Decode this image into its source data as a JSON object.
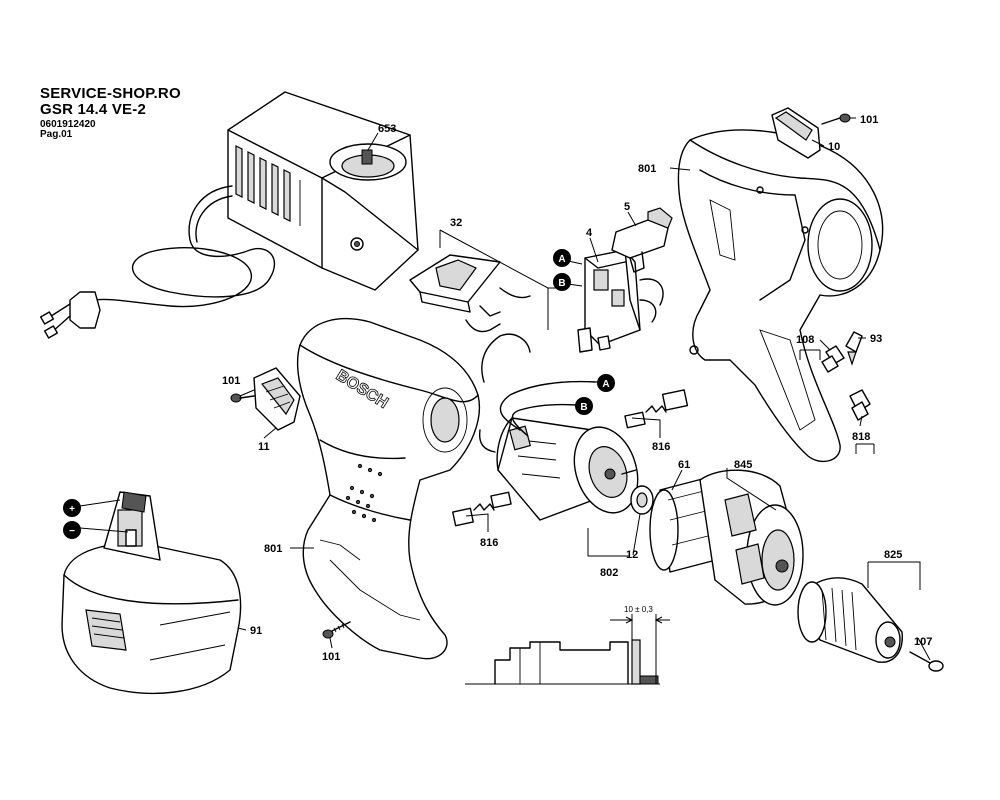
{
  "header": {
    "shop": "SERVICE-SHOP.RO",
    "model": "GSR 14.4 VE-2",
    "code": "0601912420",
    "page": "Pag.01"
  },
  "brand_text": "BOSCH",
  "markers": {
    "a": "A",
    "b": "B",
    "plus": "+",
    "minus": "−"
  },
  "labels": {
    "p653": "653",
    "p32": "32",
    "p4": "4",
    "p5": "5",
    "p101_tr": "101",
    "p10": "10",
    "p801_tr": "801",
    "p108": "108",
    "p93": "93",
    "p818": "818",
    "p101_l": "101",
    "p11": "11",
    "p816_r": "816",
    "p816_l": "816",
    "p61": "61",
    "p845": "845",
    "p12": "12",
    "p802": "802",
    "p801_l": "801",
    "p91": "91",
    "p101_b": "101",
    "p825": "825",
    "p107": "107",
    "dim": "10 ± 0,3"
  }
}
